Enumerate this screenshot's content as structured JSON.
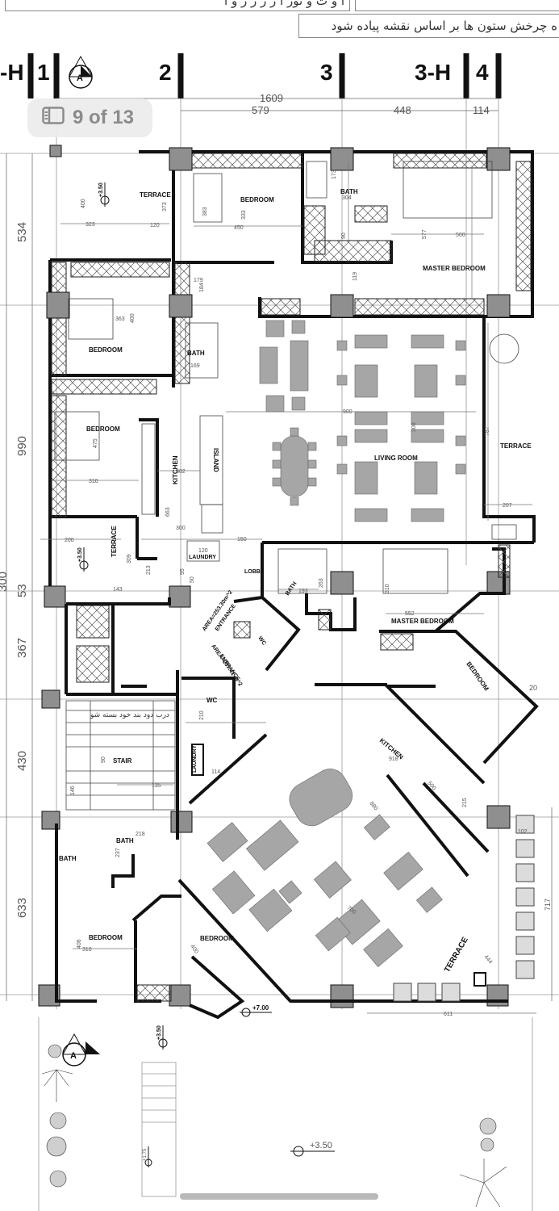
{
  "header": {
    "note_top": "ا و ت و تور ا ر ر ر ر و ا",
    "note_second": "ه چرخش ستون ها بر اساس نقشه پیاده شود"
  },
  "viewer": {
    "page_indicator": "9 of 13"
  },
  "grid": {
    "axes": [
      "-H",
      "1",
      "2",
      "3",
      "3-H",
      "4"
    ],
    "section_mark": "A",
    "top_dims": [
      "1609",
      "579",
      "448",
      "114"
    ],
    "left_dims": [
      "534",
      "990",
      "300",
      "53",
      "367",
      "430",
      "633"
    ],
    "right_dims": [
      "717",
      "20"
    ]
  },
  "rooms": {
    "terrace_nw": "TERRACE",
    "bedroom_n": "BEDROOM",
    "bath_n": "BATH",
    "master_bedroom_ne": "MASTER BEDROOM",
    "bedroom_w1": "BEDROOM",
    "bath_w": "BATH",
    "bedroom_w2": "BEDROOM",
    "kitchen_n": "KITCHEN",
    "island": "ISLAND",
    "living_room": "LIVING ROOM",
    "terrace_e": "TERRACE",
    "terrace_w": "TERRACE",
    "laundry_n": "LAUNDRY",
    "lobby": "LOBBY",
    "bath_c": "BATH",
    "master_bedroom_se": "MASTER BEDROOM",
    "entrance_1": "ENTRANCE",
    "area_1": "AREA=253.30m^2",
    "entrance_2": "ENTRANCE",
    "area_2": "AREA=257.41 m^2",
    "wc_1": "WC",
    "wc_2": "WC",
    "bedroom_diag": "BEDROOM",
    "kitchen_s": "KITCHEN",
    "stair": "STAIR",
    "laundry_s": "LAUNDRY",
    "bath_s": "BATH",
    "bath_sw": "BATH",
    "bedroom_sw": "BEDROOM",
    "bedroom_s": "BEDROOM",
    "terrace_s": "TERRACE"
  },
  "levels": [
    "+3.50",
    "+3.50",
    "+3.50",
    "+7.00",
    "+3.50",
    "+1.75",
    "+3.50"
  ],
  "room_dims": [
    "400",
    "323",
    "120",
    "373",
    "383",
    "333",
    "450",
    "304",
    "173",
    "577",
    "500",
    "90",
    "119",
    "179",
    "184",
    "363",
    "400",
    "169",
    "475",
    "310",
    "302",
    "663",
    "300",
    "150",
    "900",
    "300",
    "787",
    "207",
    "200",
    "309",
    "213",
    "95",
    "50",
    "143",
    "120",
    "193",
    "263",
    "552",
    "310",
    "210",
    "114",
    "135",
    "146",
    "90",
    "218",
    "237",
    "406",
    "310",
    "400",
    "700",
    "880",
    "500",
    "918",
    "215",
    "444",
    "611",
    "102"
  ],
  "persian_notes": [
    "درب دود بند خود بسته شو"
  ],
  "colors": {
    "wall": "#111111",
    "column": "#8f8f8f",
    "furniture": "#a6a6a6",
    "badge_bg": "#ececec",
    "badge_text": "#8b8b8b"
  },
  "icons": [
    "page-icon",
    "section-marker-icon",
    "level-marker-icon",
    "plant-icon"
  ]
}
